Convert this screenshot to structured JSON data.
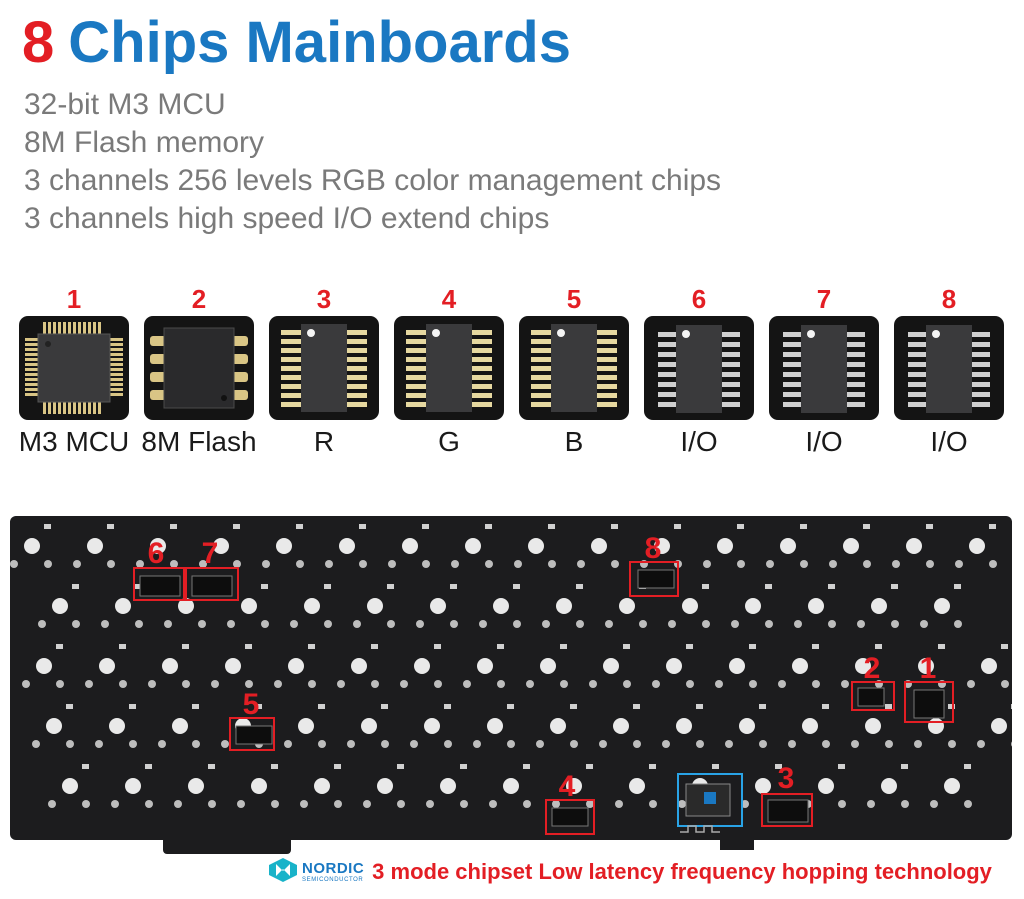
{
  "title": {
    "number": "8",
    "text": "Chips Mainboards"
  },
  "specs": [
    "32-bit M3 MCU",
    "8M Flash memory",
    "3 channels 256 levels RGB color management chips",
    "3 channels high speed I/O extend chips"
  ],
  "chips": [
    {
      "num": "1",
      "label": "M3 MCU",
      "icon": "qfp-chip-icon"
    },
    {
      "num": "2",
      "label": "8M Flash",
      "icon": "flash-chip-icon"
    },
    {
      "num": "3",
      "label": "R",
      "icon": "soic-chip-gold-icon"
    },
    {
      "num": "4",
      "label": "G",
      "icon": "soic-chip-gold-icon"
    },
    {
      "num": "5",
      "label": "B",
      "icon": "soic-chip-gold-icon"
    },
    {
      "num": "6",
      "label": "I/O",
      "icon": "soic-chip-silver-icon"
    },
    {
      "num": "7",
      "label": "I/O",
      "icon": "soic-chip-silver-icon"
    },
    {
      "num": "8",
      "label": "I/O",
      "icon": "soic-chip-silver-icon"
    }
  ],
  "board": {
    "markers": [
      "6",
      "7",
      "8",
      "5",
      "2",
      "1",
      "4",
      "3"
    ]
  },
  "footer": {
    "logo_name": "NORDIC",
    "logo_sub": "SEMICONDUCTOR",
    "tagline": "3 mode chipset Low latency frequency hopping technology"
  },
  "colors": {
    "accent_red": "#e31e24",
    "accent_blue": "#1a78c2",
    "board": "#1c1c1e"
  }
}
